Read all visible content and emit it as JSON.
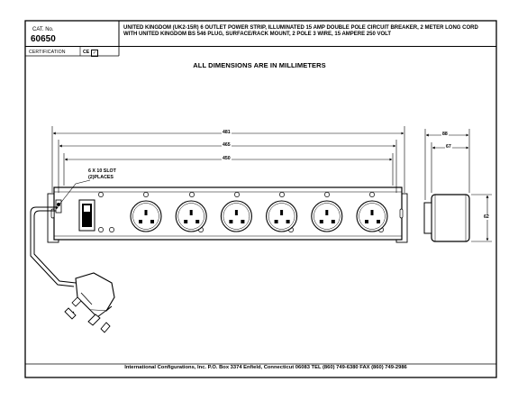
{
  "title_block": {
    "cat_label": "CAT. No.",
    "cat_number": "60650",
    "description": "UNITED KINGDOM (UK2-15R) 6 OUTLET POWER STRIP, ILLUMINATED 15 AMP DOUBLE POLE CIRCUIT BREAKER, 2 METER LONG CORD WITH UNITED KINGDOM BS 546 PLUG, SURFACE/RACK MOUNT, 2 POLE 3 WIRE, 15 AMPERE 250 VOLT",
    "certification_label": "CERTIFICATION",
    "certification_mark": "CE",
    "certification_checked": "✓"
  },
  "drawing": {
    "dimension_note": "ALL DIMENSIONS ARE IN MILLIMETERS",
    "dimensions": {
      "overall_length": "481",
      "mount_hole_spacing": "465",
      "body_length": "450",
      "depth_overall": "88",
      "depth_body": "67",
      "height": "62"
    },
    "slot_note_line1": "6 X 10 SLOT",
    "slot_note_line2": "(2)PLACES",
    "outlet_count": 6,
    "icons": [
      "power-strip-front-view",
      "power-strip-side-view",
      "uk-plug",
      "illuminated-switch",
      "outlet-socket",
      "screw-head"
    ]
  },
  "footer": {
    "company_line": "International Configurations, Inc.  P.O. Box 3374  Enfield, Connecticut 06083 TEL (860) 749-6380  FAX (860) 749-2986"
  }
}
